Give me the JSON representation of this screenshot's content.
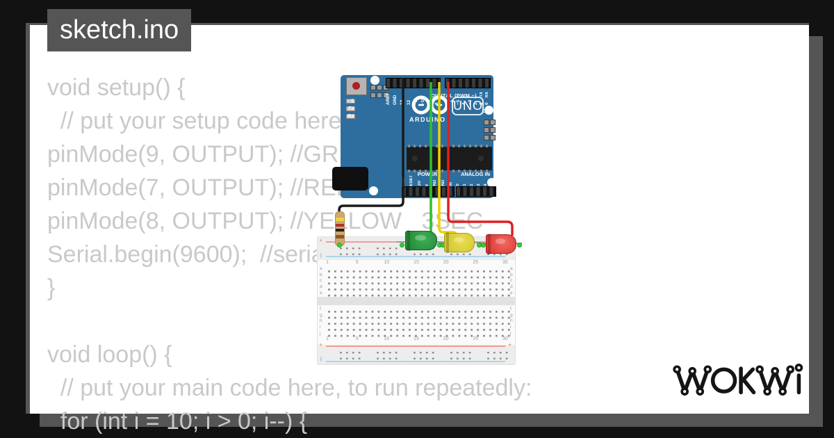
{
  "title": "sketch.ino",
  "brand": {
    "logo_text": "WOKWI"
  },
  "code": {
    "lines": [
      "void setup() {",
      "  // put your setup code here",
      "pinMode(9, OUTPUT); //GREEN",
      "pinMode(7, OUTPUT); //RED",
      "pinMode(8, OUTPUT); //YELLOW   3SEC",
      "Serial.begin(9600);  //serial",
      "}",
      "",
      "void loop() {",
      "  // put your main code here, to run repeatedly:",
      "  for (int i = 10; i > 0; i--) {"
    ]
  },
  "board": {
    "name": "Arduino UNO",
    "digital_header_left": [
      "AREF",
      "GND",
      "13",
      "12",
      "~11",
      "~10",
      "~9",
      "8"
    ],
    "digital_header_right": [
      "7",
      "~6",
      "~5",
      "4",
      "~3",
      "2",
      "1",
      "0"
    ],
    "digital_label": "DIGITAL (PWM ~)",
    "tx_label": "TX",
    "rx_label": "RX",
    "led_labels": [
      "L",
      "TX",
      "RX"
    ],
    "logo_text": "ARDUINO",
    "model_text": "UNO",
    "on_label": "ON",
    "power_label": "POWER",
    "analog_label": "ANALOG IN",
    "power_header": [
      "IOREF",
      "RESET",
      "3.3V",
      "5V",
      "GND",
      "GND",
      "VIN"
    ],
    "analog_header": [
      "A0",
      "A1",
      "A2",
      "A3",
      "A4",
      "A5"
    ]
  },
  "breadboard": {
    "column_numbers": [
      "1",
      "5",
      "10",
      "15",
      "20",
      "25",
      "30"
    ],
    "row_letters_top": [
      "a",
      "b",
      "c",
      "d",
      "e"
    ],
    "row_letters_bottom": [
      "f",
      "g",
      "h",
      "i",
      "j"
    ],
    "plus_label": "+"
  },
  "colors": {
    "background": "#121212",
    "card": "#ffffff",
    "chrome_gray": "#555555",
    "code_text": "#c9c9c9",
    "board_blue": "#2d6e9e",
    "wire_black": "#1a1a1a",
    "wire_green": "#2ec12e",
    "wire_yellow": "#f0d000",
    "wire_red": "#e02020",
    "led_green": "#2a9a44",
    "led_yellow": "#d8cc2e",
    "led_red": "#d93232",
    "breadboard": "#ededed",
    "logo_black": "#151515"
  }
}
